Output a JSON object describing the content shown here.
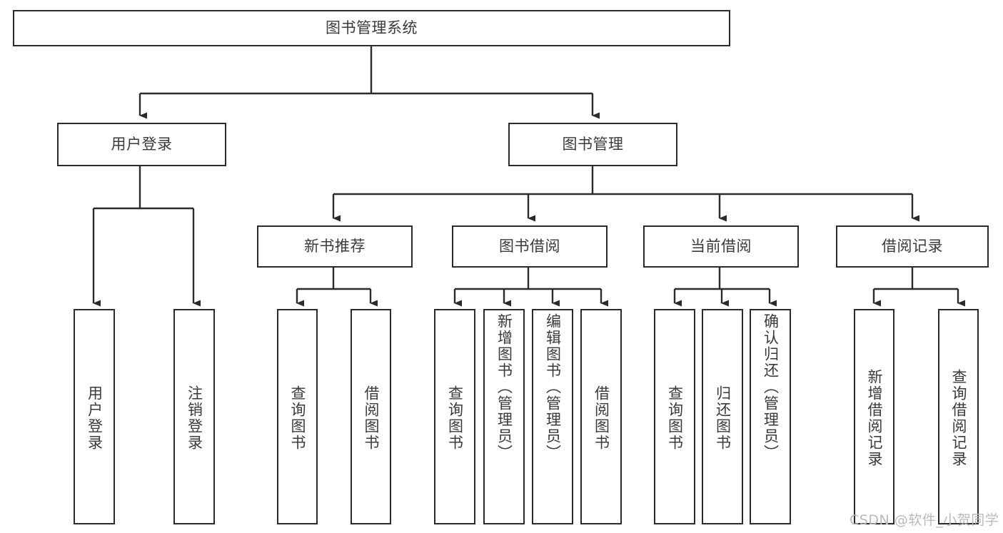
{
  "diagram": {
    "type": "hierarchy-tree",
    "title": "图书管理系统",
    "line_color": "#2b2b2b",
    "text_color": "#3a3a3a",
    "background": "#ffffff",
    "nodes": {
      "root": {
        "label": "图书管理系统"
      },
      "level1": [
        {
          "label": "用户登录"
        },
        {
          "label": "图书管理"
        }
      ],
      "level2": [
        {
          "label": "新书推荐"
        },
        {
          "label": "图书借阅"
        },
        {
          "label": "当前借阅"
        },
        {
          "label": "借阅记录"
        }
      ],
      "leaves": {
        "user_login": [
          {
            "label": "用户登录"
          },
          {
            "label": "注销登录"
          }
        ],
        "new_book": [
          {
            "label": "查询图书"
          },
          {
            "label": "借阅图书"
          }
        ],
        "borrow_book": [
          {
            "label": "查询图书"
          },
          {
            "label": "新增图书（管理员）"
          },
          {
            "label": "编辑图书（管理员）"
          },
          {
            "label": "借阅图书"
          }
        ],
        "current_borrow": [
          {
            "label": "查询图书"
          },
          {
            "label": "归还图书"
          },
          {
            "label": "确认归还（管理员）"
          }
        ],
        "borrow_record": [
          {
            "label": "新增借阅记录"
          },
          {
            "label": "查询借阅记录"
          }
        ]
      }
    },
    "watermark": "CSDN @软件_小贺同学"
  }
}
